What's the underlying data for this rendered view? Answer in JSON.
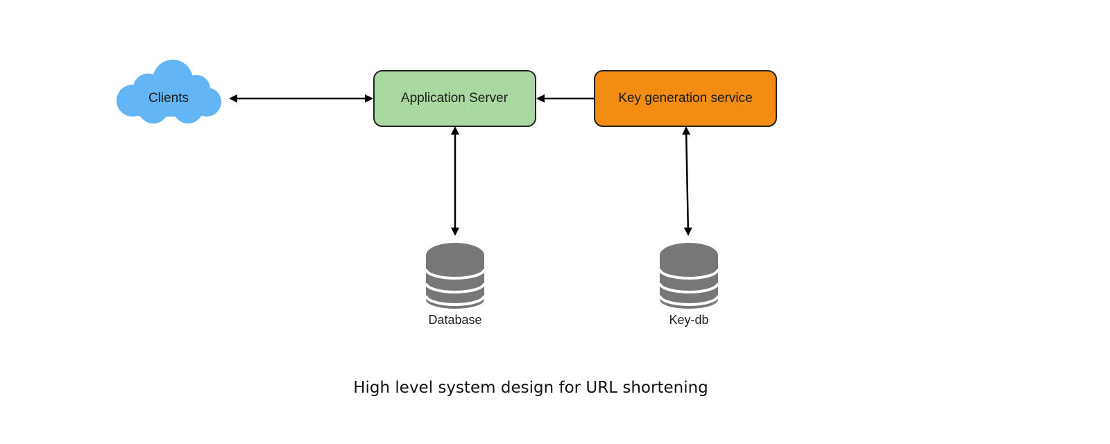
{
  "nodes": {
    "clients": {
      "label": "Clients",
      "color": "#64b5f6"
    },
    "app_server": {
      "label": "Application Server",
      "color": "#a9d8a0"
    },
    "key_gen": {
      "label": "Key generation service",
      "color": "#f28c12"
    },
    "database": {
      "label": "Database",
      "color": "#777777"
    },
    "key_db": {
      "label": "Key-db",
      "color": "#777777"
    }
  },
  "edges": [
    {
      "from": "clients",
      "to": "app_server",
      "direction": "both"
    },
    {
      "from": "key_gen",
      "to": "app_server",
      "direction": "forward"
    },
    {
      "from": "app_server",
      "to": "database",
      "direction": "both"
    },
    {
      "from": "key_gen",
      "to": "key_db",
      "direction": "both"
    }
  ],
  "caption": "High level system design for URL shortening"
}
